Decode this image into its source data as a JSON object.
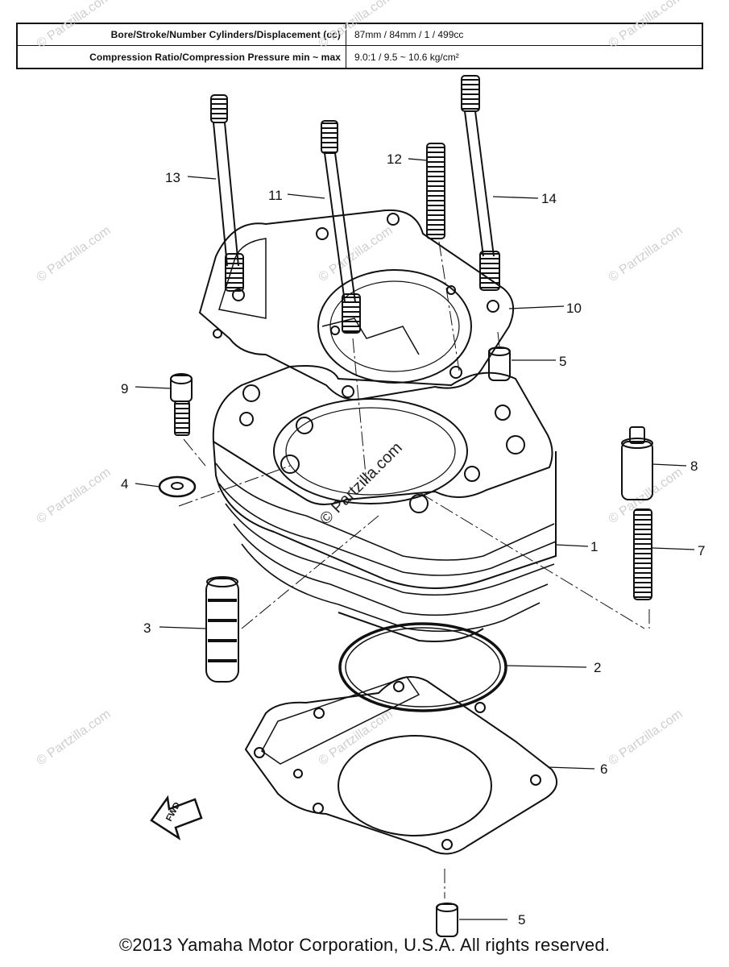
{
  "spec_table": {
    "rows": [
      {
        "label": "Bore/Stroke/Number Cylinders/Displacement (cc)",
        "value": "87mm / 84mm / 1 / 499cc"
      },
      {
        "label": "Compression Ratio/Compression Pressure min ~ max",
        "value": "9.0:1 / 9.5 ~ 10.6 kg/cm²"
      }
    ]
  },
  "callouts": {
    "c13": "13",
    "c11": "11",
    "c12": "12",
    "c14": "14",
    "c10": "10",
    "c5a": "5",
    "c9": "9",
    "c8": "8",
    "c4": "4",
    "c1": "1",
    "c7": "7",
    "c3": "3",
    "c2": "2",
    "c6": "6",
    "c5b": "5"
  },
  "fwd_label": "FWD",
  "watermark": "© Partzilla.com",
  "copyright": "©2013 Yamaha Motor Corporation, U.S.A. All rights reserved."
}
